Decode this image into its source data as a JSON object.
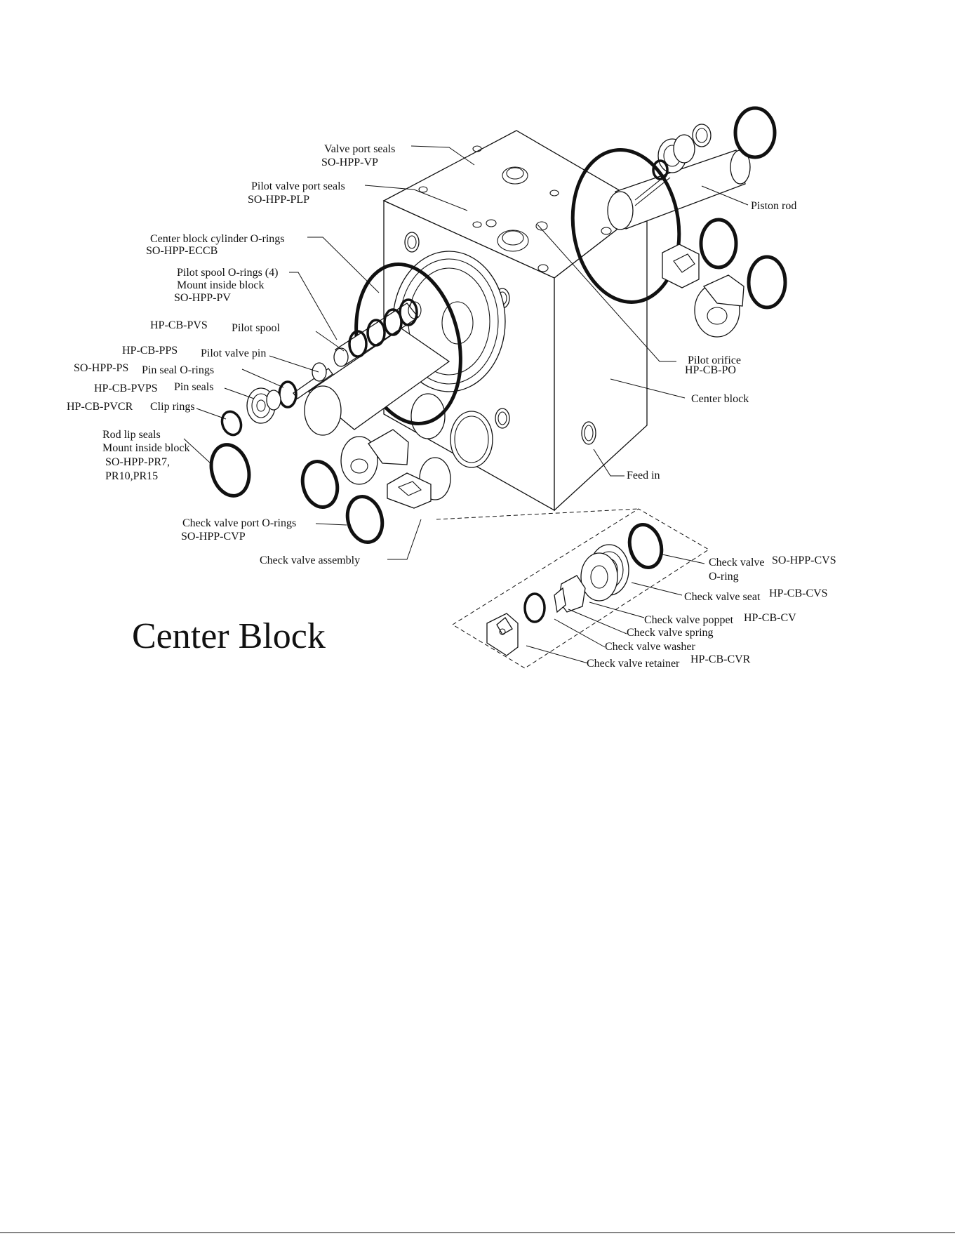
{
  "diagram": {
    "title": "Center Block",
    "labels": {
      "valve_port_seals": "Valve port seals",
      "so_hpp_vp": "SO-HPP-VP",
      "pilot_valve_port_seals": "Pilot valve port seals",
      "so_hpp_plp": "SO-HPP-PLP",
      "center_block_cylinder_orings": "Center block cylinder O-rings",
      "so_hpp_eccb": "SO-HPP-ECCB",
      "pilot_spool_orings": "Pilot spool O-rings (4)",
      "mount_inside_block_1": "Mount inside block",
      "so_hpp_pv": "SO-HPP-PV",
      "hp_cb_pvs": "HP-CB-PVS",
      "pilot_spool": "Pilot spool",
      "hp_cb_pps": "HP-CB-PPS",
      "pilot_valve_pin": "Pilot valve pin",
      "so_hpp_ps": "SO-HPP-PS",
      "pin_seal_orings": "Pin seal O-rings",
      "hp_cb_pvps": "HP-CB-PVPS",
      "pin_seals": "Pin seals",
      "hp_cb_pvcr": "HP-CB-PVCR",
      "clip_rings": "Clip rings",
      "rod_lip_seals": "Rod lip seals",
      "mount_inside_block_2": "Mount inside block",
      "so_hpp_pr7": "SO-HPP-PR7,",
      "pr10_pr15": "PR10,PR15",
      "check_valve_port_orings": "Check valve port O-rings",
      "so_hpp_cvp": "SO-HPP-CVP",
      "check_valve_assembly": "Check valve assembly",
      "piston_rod": "Piston rod",
      "pilot_orifice": "Pilot orifice",
      "hp_cb_po": "HP-CB-PO",
      "center_block": "Center block",
      "feed_in": "Feed in",
      "check_valve": "Check valve",
      "so_hpp_cvs": "SO-HPP-CVS",
      "oring": "O-ring",
      "check_valve_seat": "Check valve seat",
      "hp_cb_cvs": "HP-CB-CVS",
      "check_valve_poppet": "Check valve poppet",
      "hp_cb_cv": "HP-CB-CV",
      "check_valve_spring": "Check valve spring",
      "check_valve_washer": "Check valve washer",
      "check_valve_retainer": "Check valve retainer",
      "hp_cb_cvr": "HP-CB-CVR"
    }
  }
}
